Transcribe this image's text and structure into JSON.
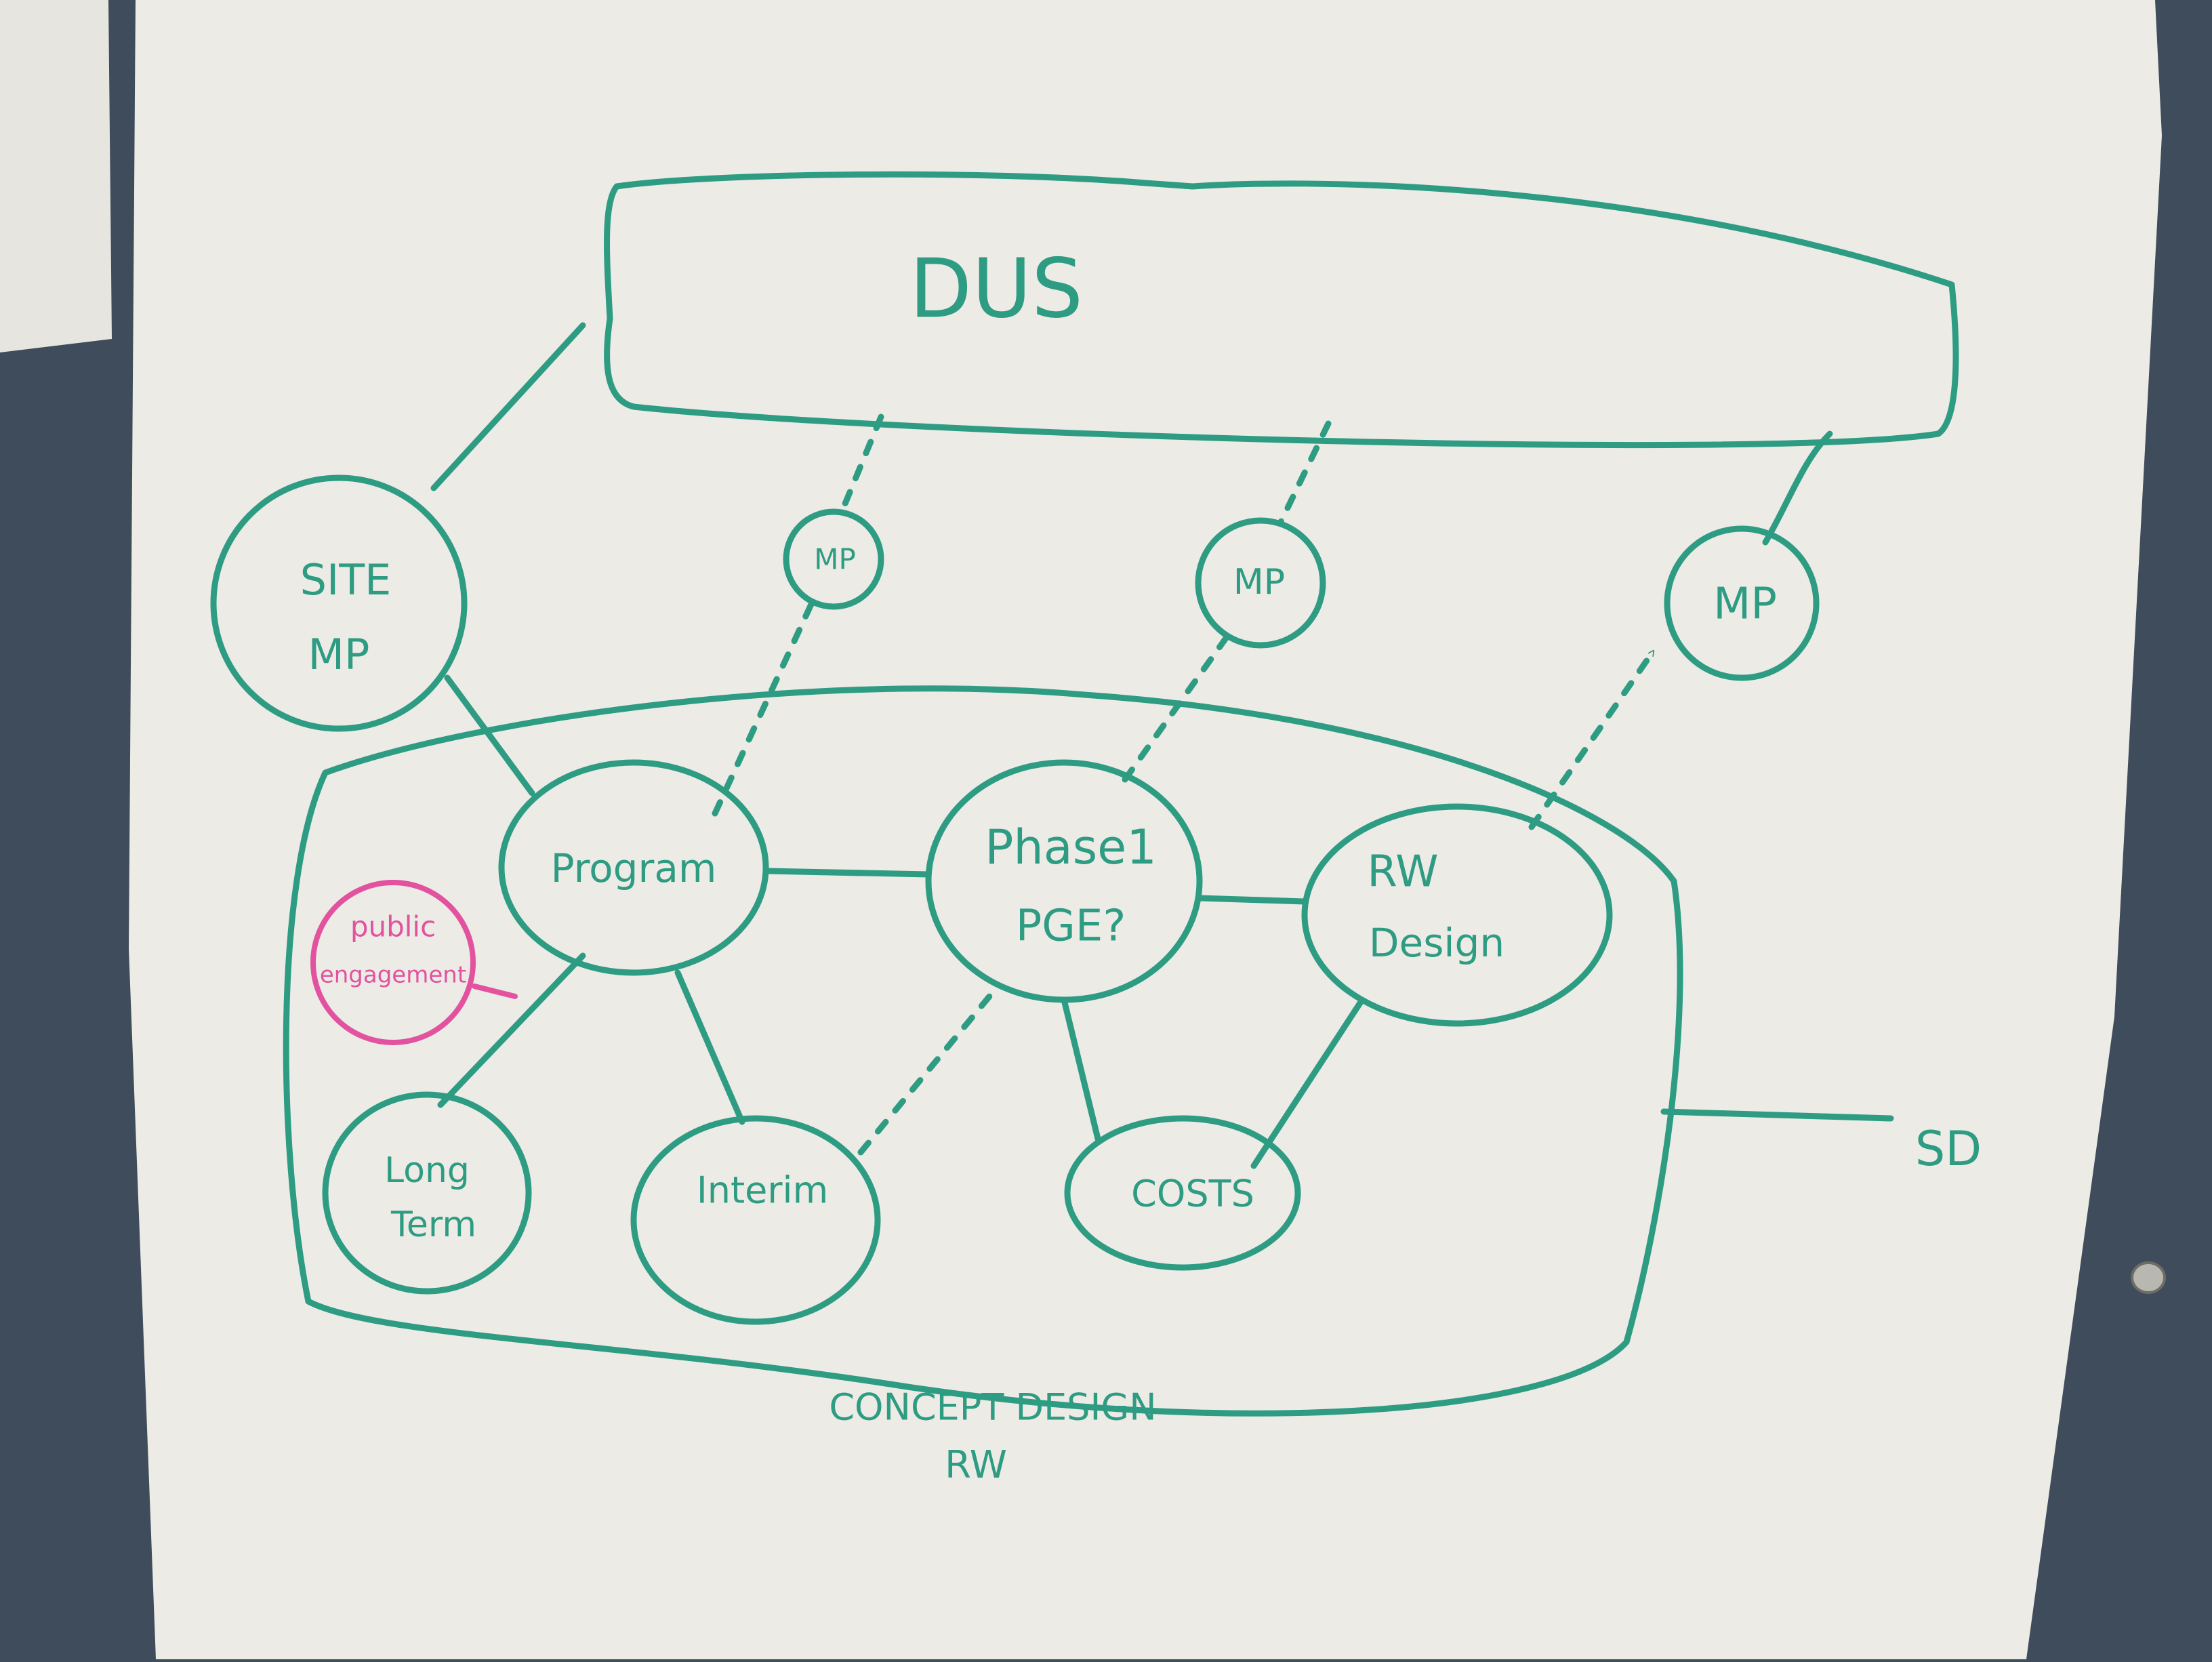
{
  "colors": {
    "wall": "#3f4c5c",
    "paper": "#ecebe6",
    "marker_green": "#2e9c82",
    "marker_pink": "#e2529f"
  },
  "diagram": {
    "top_box": "DUS",
    "nodes": {
      "site_mp": [
        "SITE",
        "MP"
      ],
      "mp_1": "MP",
      "mp_2": "MP",
      "mp_3": "MP",
      "program": "Program",
      "phase": [
        "Phase1",
        "PGE?"
      ],
      "rw_design": [
        "RW",
        "Design"
      ],
      "long_term": [
        "Long",
        "Term"
      ],
      "interim": "Interim",
      "costs": "COSTS",
      "public_engagement": [
        "public",
        "engagement"
      ]
    },
    "output": "SD",
    "caption": [
      "CONCEPT DESIGN",
      "RW"
    ]
  }
}
